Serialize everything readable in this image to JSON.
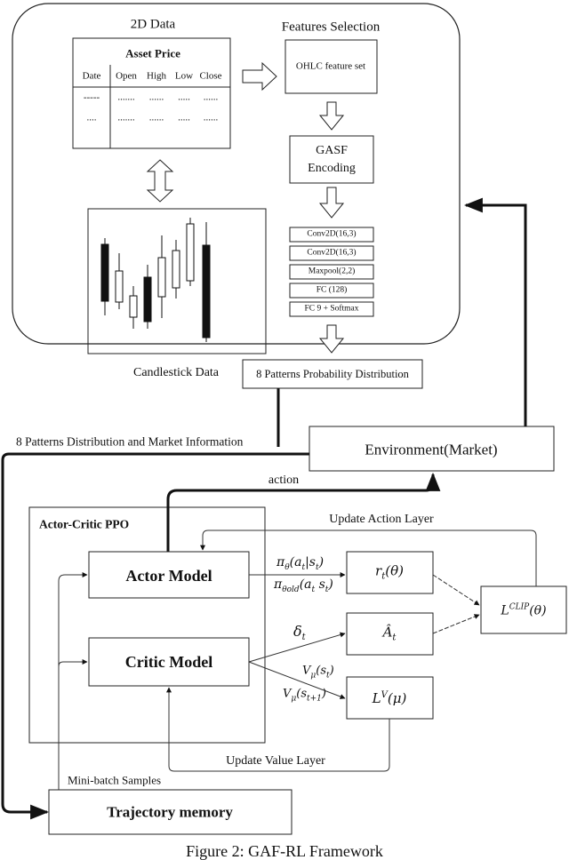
{
  "top_panel": {
    "data_2d_label": "2D Data",
    "features_selection_label": "Features Selection",
    "asset_table": {
      "title": "Asset Price",
      "columns": [
        "Date",
        "Open",
        "High",
        "Low",
        "Close"
      ],
      "rows": [
        [
          "-----",
          ".......",
          "......",
          ".....",
          "......"
        ],
        [
          "....",
          ".......",
          "......",
          ".....",
          "......"
        ]
      ]
    },
    "ohlc_label": "OHLC feature set",
    "gasf_label_1": "GASF",
    "gasf_label_2": "Encoding",
    "cnn_layers": [
      "Conv2D(16,3)",
      "Conv2D(16,3)",
      "Maxpool(2,2)",
      "FC (128)",
      "FC 9 + Softmax"
    ],
    "candlestick_label": "Candlestick Data",
    "patterns_box_label": "8 Patterns Probability Distribution"
  },
  "flow_label": "8 Patterns Distribution and Market Information",
  "environment_label": "Environment(Market)",
  "action_label": "action",
  "actor_critic_title": "Actor-Critic PPO",
  "actor_model_label": "Actor Model",
  "critic_model_label": "Critic Model",
  "update_action_label": "Update Action Layer",
  "update_value_label": "Update Value Layer",
  "minibatch_label": "Mini-batch Samples",
  "trajectory_label": "Trajectory memory",
  "caption": "Figure 2: GAF-RL Framework"
}
